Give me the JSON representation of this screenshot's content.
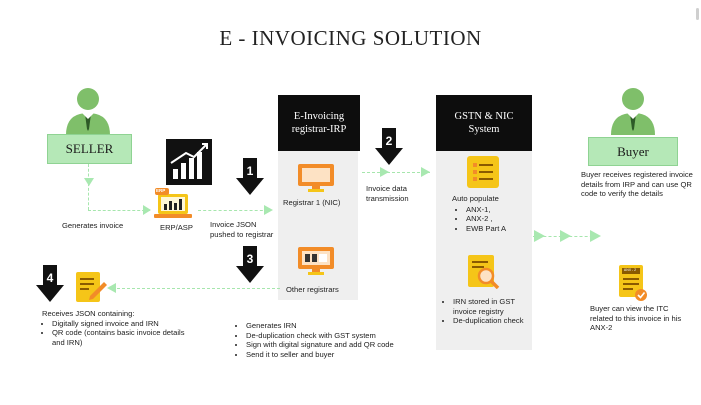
{
  "title": "E - INVOICING SOLUTION",
  "seller_label": "SELLER",
  "buyer_label": "Buyer",
  "irp_header": "E-Invoicing registrar-IRP",
  "gstn_header": "GSTN & NIC System",
  "steps": [
    "1",
    "2",
    "3",
    "4"
  ],
  "erp_label": "ERP/ASP",
  "erp_icon_tag": "ERP",
  "generates_invoice": "Generates invoice",
  "invoice_json_pushed": "Invoice JSON pushed to registrar",
  "registrar1": "Registrar 1 (NIC)",
  "other_registrars": "Other registrars",
  "invoice_data_transmission": "Invoice data transmission",
  "auto_populate_title": "Auto populate",
  "auto_populate_items": [
    "ANX-1,",
    "ANX-2 ,",
    "EWB Part A"
  ],
  "irp_gst_items": [
    "IRN stored in GST invoice registry",
    "De-duplication check"
  ],
  "buyer_receives": "Buyer receives registered invoice details from IRP and can use QR code to verify the details",
  "anx2_tag": "ANX - 2",
  "buyer_view_itc": "Buyer can view the ITC related to this invoice in his ANX-2",
  "receives_json_title": "Receives JSON containing:",
  "receives_json_items": [
    "Digitally signed invoice and IRN",
    "QR code (contains basic invoice details and IRN)"
  ],
  "irp_process_items": [
    "Generates IRN",
    "De-duplication check with GST system",
    "Sign with digital signature and add QR code",
    "Send it to seller and buyer"
  ],
  "colors": {
    "green": "#b5e8b7",
    "dashed": "#a6e6ad",
    "arrow": "#a8e8b0",
    "orange": "#f28c28",
    "yellow": "#f5c518",
    "panel": "#efefef",
    "header": "#0d0d0d",
    "person": "#7fbf6a"
  }
}
